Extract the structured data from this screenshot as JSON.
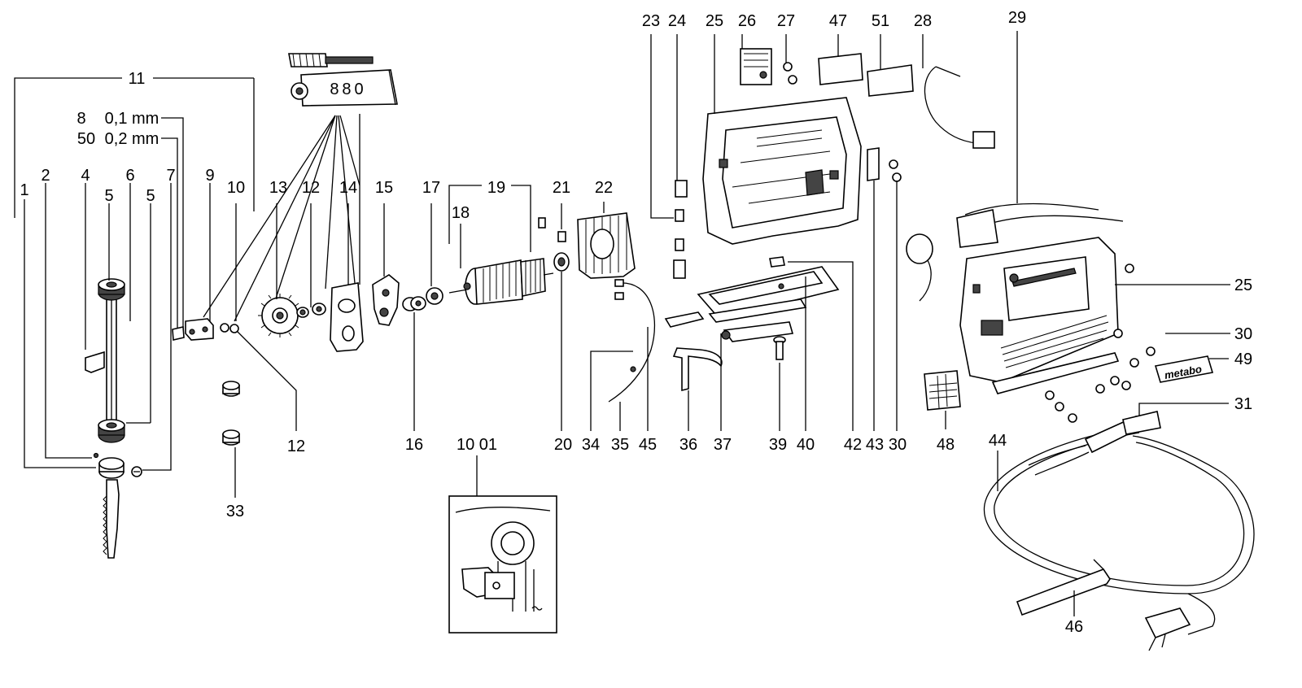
{
  "labels": {
    "l1": "1",
    "l2": "2",
    "l4": "4",
    "l5a": "5",
    "l6": "6",
    "l5b": "5",
    "l7": "7",
    "l9": "9",
    "l10": "10",
    "l11": "11",
    "l12a": "12",
    "l12b": "12",
    "l13": "13",
    "l14": "14",
    "l15": "15",
    "l16": "16",
    "l17": "17",
    "l18": "18",
    "l19": "19",
    "l20": "20",
    "l21": "21",
    "l22": "22",
    "l23": "23",
    "l24": "24",
    "l25a": "25",
    "l25b": "25",
    "l26": "26",
    "l27": "27",
    "l28": "28",
    "l29": "29",
    "l30a": "30",
    "l30b": "30",
    "l31": "31",
    "l33": "33",
    "l34": "34",
    "l35": "35",
    "l36": "36",
    "l37": "37",
    "l39": "39",
    "l40": "40",
    "l42": "42",
    "l43": "43",
    "l44": "44",
    "l45": "45",
    "l46": "46",
    "l47": "47",
    "l48": "48",
    "l49": "49",
    "l51": "51",
    "l1001": "10 01"
  },
  "shims": {
    "row1": {
      "num": "8",
      "size": "0,1 mm"
    },
    "row2": {
      "num": "50",
      "size": "0,2 mm"
    }
  },
  "tube_text": "880",
  "brand_badge": "metabo"
}
